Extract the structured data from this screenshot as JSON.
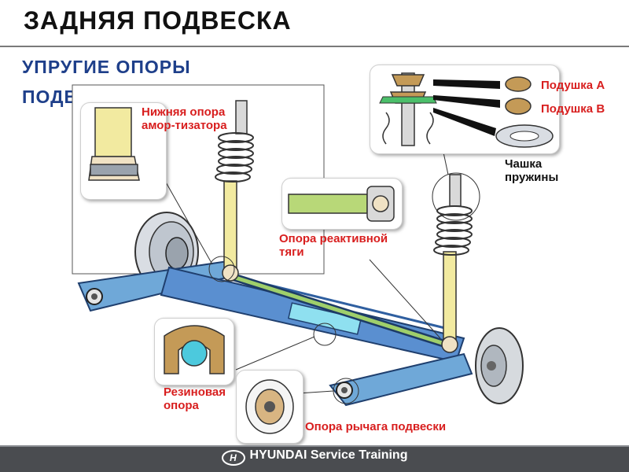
{
  "page": {
    "title": "ЗАДНЯЯ ПОДВЕСКА",
    "subtitle_line1": "УПРУГИЕ ОПОРЫ",
    "subtitle_line2": "ПОДВ"
  },
  "labels": {
    "lower_shock_mount": "Нижняя опора амор-тизатора",
    "reaction_rod_mount": "Опора реактивной тяги",
    "rubber_mount": "Резиновая опора",
    "arm_mount": "Опора рычага подвески",
    "cushion_a": "Подушка А",
    "cushion_b": "Подушка В",
    "spring_cup": "Чашка пружины"
  },
  "footer": {
    "brand": "HYUNDAI Service Training",
    "logo_icon": "hyundai-logo-icon"
  },
  "colors": {
    "subtitle": "#1e3f8a",
    "label_red": "#d81e1e",
    "arm_blue": "#6fa8d8",
    "shock_yellow": "#f2eaa0",
    "rod_green": "#b8d878",
    "footer_bg": "#4a4c50"
  }
}
